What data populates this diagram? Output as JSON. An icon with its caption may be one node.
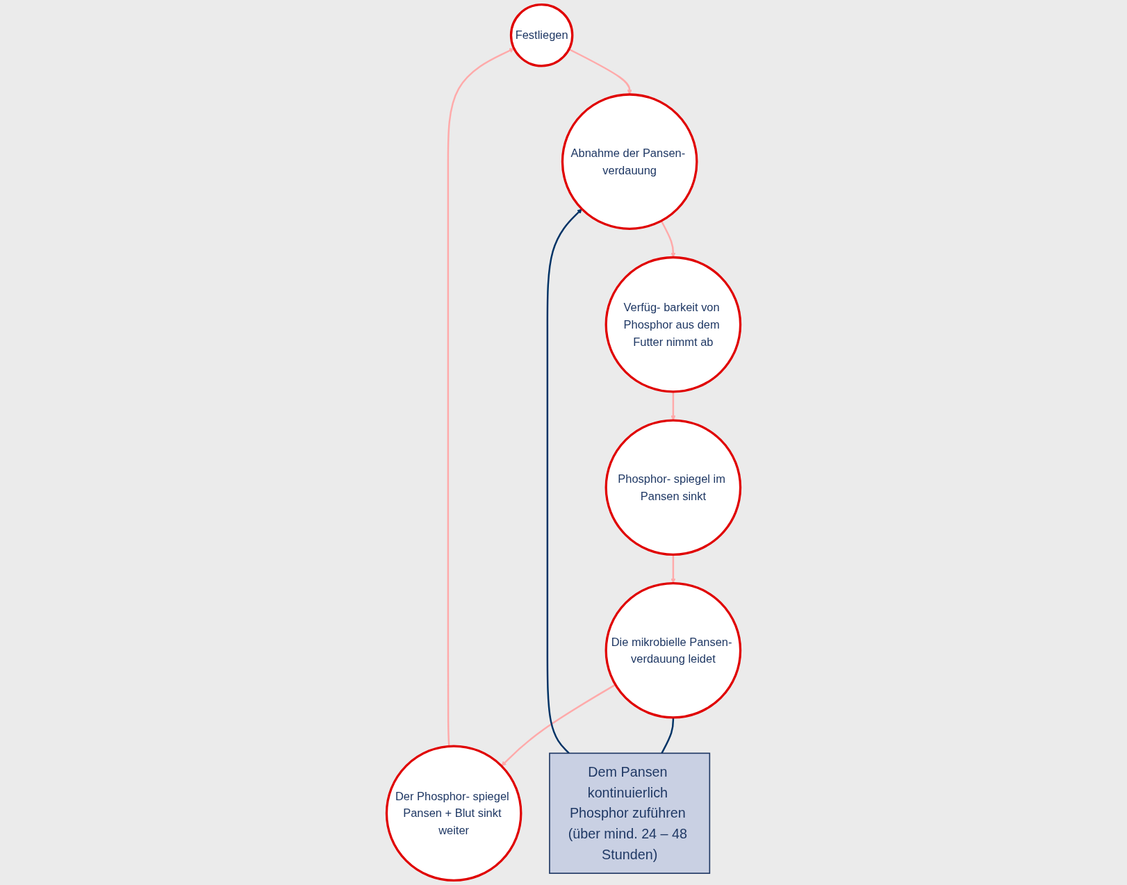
{
  "diagram": {
    "nodes": [
      {
        "text": [
          "Festliegen"
        ]
      },
      {
        "text": [
          "Der Phosphor- spiegel Pansen + Blut sinkt weiter"
        ]
      },
      {
        "text": [
          "Abnahme der Pansen- verdauung"
        ]
      },
      {
        "text": [
          "Dem Pansen kontinuierlich Phosphor zuführen (über mind. 24 – 48 Stunden)"
        ]
      },
      {
        "text": [
          "Die mikrobielle Pansen- verdauung leidet"
        ]
      },
      {
        "text": [
          "Verfüg- barkeit von Phosphor aus dem Futter nimmt ab"
        ]
      },
      {
        "text": [
          "Phosphor- spiegel im Pansen sinkt"
        ]
      }
    ],
    "edges": [
      {
        "from": 0,
        "to": 2,
        "arrow": "to",
        "color": "#ffaaaa"
      },
      {
        "from": 2,
        "to": 5,
        "arrow": "to",
        "color": "#ffaaaa"
      },
      {
        "from": 5,
        "to": 6,
        "arrow": "to",
        "color": "#ffaaaa"
      },
      {
        "from": 6,
        "to": 4,
        "arrow": "to",
        "color": "#ffaaaa"
      },
      {
        "from": 4,
        "to": 1,
        "arrow": "to",
        "color": "#ffaaaa"
      },
      {
        "from": 1,
        "to": 0,
        "arrow": "to",
        "color": "#ffaaaa"
      },
      {
        "from": 4,
        "to": 3,
        "arrow": "none",
        "color": "#003366"
      },
      {
        "from": 3,
        "to": 2,
        "arrow": "to",
        "color": "#003366"
      }
    ]
  }
}
